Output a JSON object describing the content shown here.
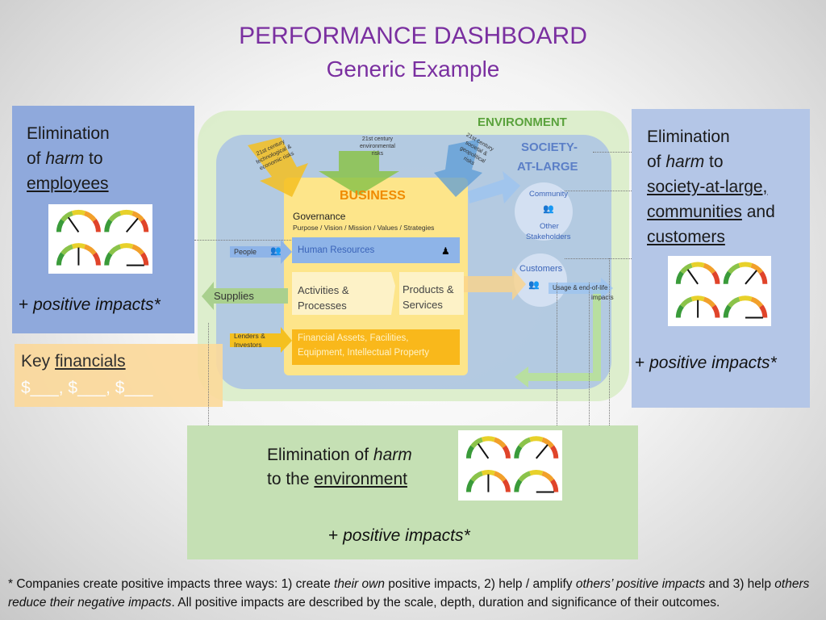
{
  "title": "PERFORMANCE DASHBOARD",
  "subtitle": "Generic Example",
  "employees": {
    "line1": "Elimination",
    "line2_pre": "of ",
    "line2_em": "harm",
    "line2_post": " to",
    "line3": "employees",
    "positive": "+ ",
    "positive_em": "positive impacts*"
  },
  "financials": {
    "key": "Key ",
    "word": "financials",
    "blanks": "$___, $___, $___"
  },
  "society": {
    "line1": "Elimination",
    "line2_pre": "of ",
    "line2_em": "harm",
    "line2_post": " to",
    "line3": "society-at-large,",
    "line4a": "communities",
    "line4b": " and",
    "line5": "customers",
    "positive": "+ ",
    "positive_em": "positive impacts*"
  },
  "environment_box": {
    "line1_pre": "Elimination of ",
    "line1_em": "harm",
    "line2_pre": "to the ",
    "line2_u": "environment",
    "positive": "+ ",
    "positive_em": "positive impacts*"
  },
  "diagram": {
    "environment": "ENVIRONMENT",
    "society1": "SOCIETY-",
    "society2": "AT-LARGE",
    "business": "BUSINESS",
    "governance": "Governance",
    "governance_sub": "Purpose / Vision / Mission / Values / Strategies",
    "people": "People",
    "human_resources": "Human Resources",
    "supplies": "Supplies",
    "activities1": "Activities &",
    "activities2": "Processes",
    "products1": "Products &",
    "products2": "Services",
    "lenders1": "Lenders &",
    "lenders2": "Investors",
    "fin_assets1": "Financial Assets, Facilities,",
    "fin_assets2": "Equipment, Intellectual Property",
    "community": "Community",
    "other1": "Other",
    "other2": "Stakeholders",
    "customers": "Customers",
    "usage1": "Usage & end-of-life",
    "usage2": "impacts",
    "risk_tech": "21st century technological & economic risks",
    "risk_env1": "21st century",
    "risk_env2": "environmental",
    "risk_env3": "risks",
    "risk_soc": "21st century societal & geopolitical risks"
  },
  "footnote": {
    "a": "* Companies create positive impacts three ways: 1) create ",
    "b": "their own",
    "c": " positive impacts, 2) help / amplify ",
    "d": "others’ positive impacts",
    "e": " and 3) help ",
    "f": "others reduce their negative impacts",
    "g": ". All positive impacts are described by the scale, depth, duration and significance of their outcomes."
  },
  "colors": {
    "title": "#7a2fa0",
    "employees_box": "#8fa9dc",
    "society_box": "#b4c6e7",
    "environment_box": "#c5e0b4",
    "financials_box": "#fcd99a",
    "business": "#fde58a"
  },
  "icons": [
    "gauge-icon",
    "people-icon",
    "person-icon",
    "arrow-icon"
  ]
}
